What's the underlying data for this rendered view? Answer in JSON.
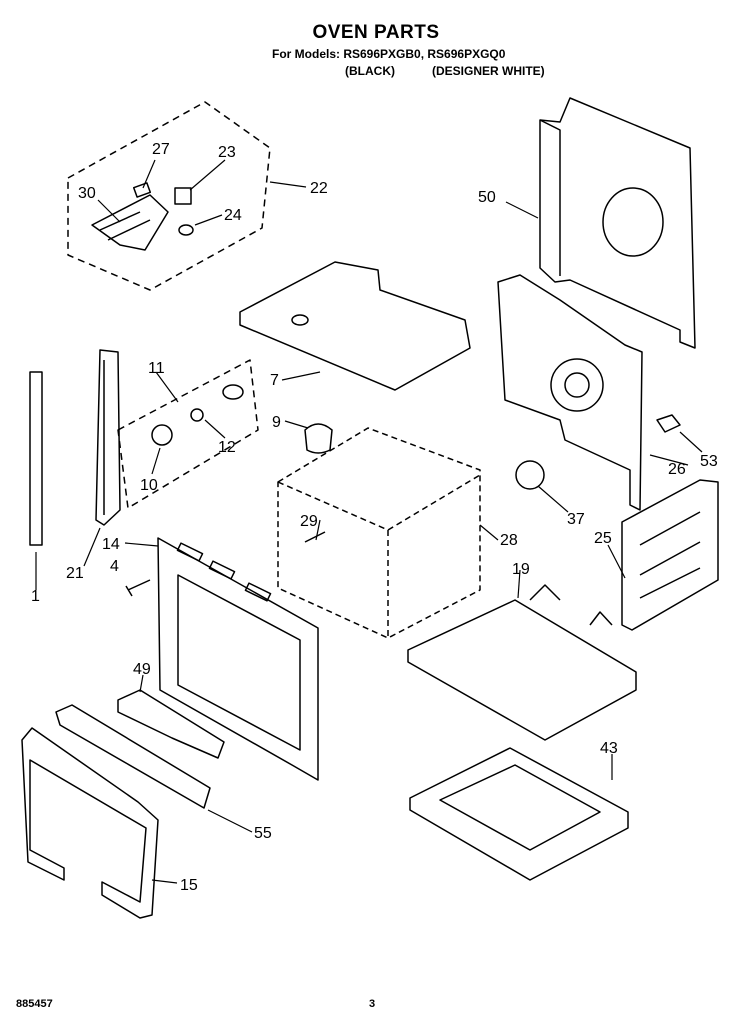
{
  "header": {
    "title": "OVEN PARTS",
    "models_line": "For Models: RS696PXGB0, RS696PXGQ0",
    "variant_black": "(BLACK)",
    "variant_white": "(DESIGNER WHITE)"
  },
  "callouts": [
    "1",
    "4",
    "7",
    "9",
    "10",
    "11",
    "12",
    "14",
    "15",
    "19",
    "21",
    "22",
    "23",
    "24",
    "25",
    "26",
    "27",
    "28",
    "29",
    "30",
    "37",
    "43",
    "49",
    "50",
    "53",
    "55"
  ],
  "footer": {
    "doc_number": "885457",
    "page_number": "3"
  }
}
